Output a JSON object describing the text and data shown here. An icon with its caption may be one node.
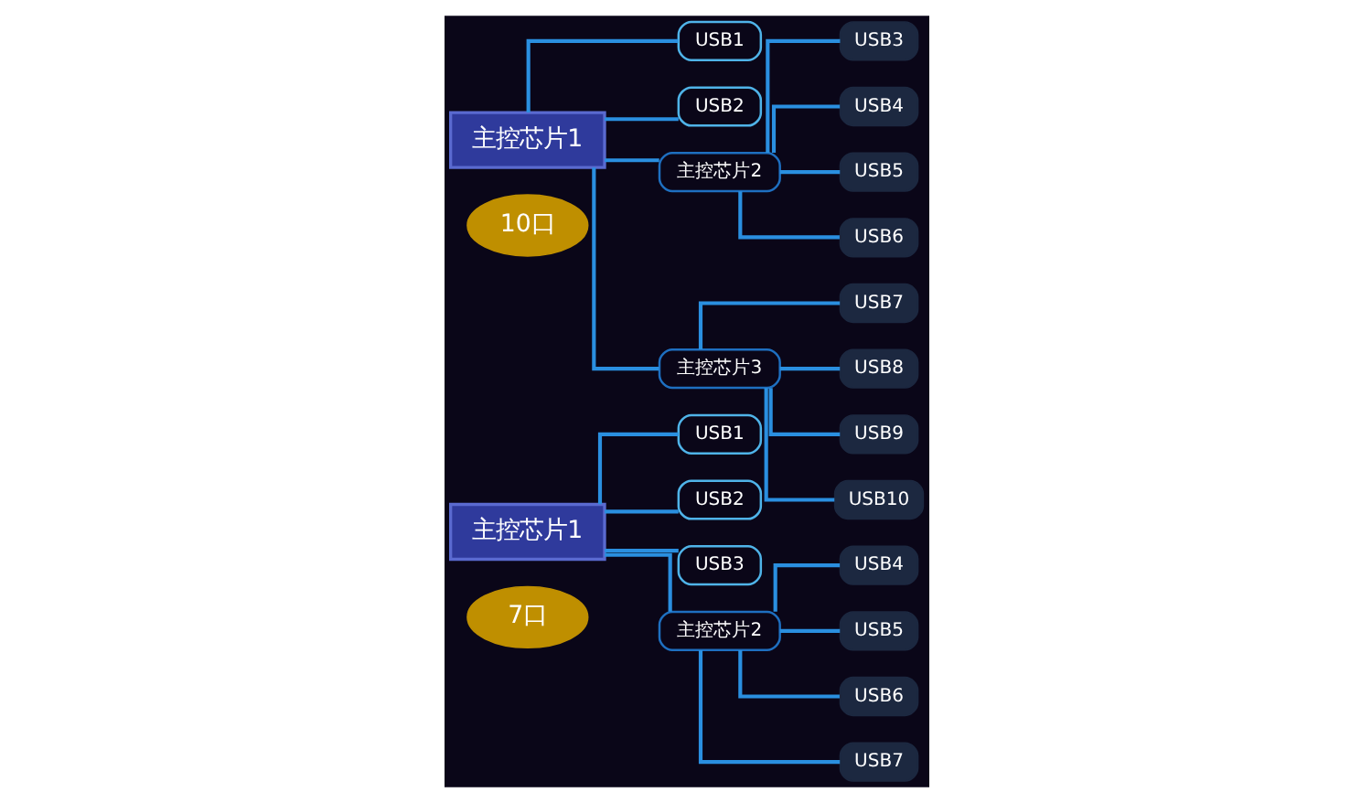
{
  "diagram": {
    "nodes": [
      {
        "text": [
          "主控芯片1"
        ]
      },
      {
        "text": [
          "7口"
        ]
      },
      {
        "text": [
          "USB1"
        ]
      },
      {
        "text": [
          "USB2"
        ]
      },
      {
        "text": [
          "USB3"
        ]
      },
      {
        "text": [
          "主控芯片2"
        ]
      },
      {
        "text": [
          "USB4"
        ]
      },
      {
        "text": [
          "USB5"
        ]
      },
      {
        "text": [
          "USB6"
        ]
      },
      {
        "text": [
          "USB7"
        ]
      },
      {
        "text": [
          "主控芯片1"
        ]
      },
      {
        "text": [
          "10口"
        ]
      },
      {
        "text": [
          "USB1"
        ]
      },
      {
        "text": [
          "USB2"
        ]
      },
      {
        "text": [
          "主控芯片2"
        ]
      },
      {
        "text": [
          "USB3"
        ]
      },
      {
        "text": [
          "USB4"
        ]
      },
      {
        "text": [
          "USB5"
        ]
      },
      {
        "text": [
          "USB6"
        ]
      },
      {
        "text": [
          "主控芯片3"
        ]
      },
      {
        "text": [
          "USB7"
        ]
      },
      {
        "text": [
          "USB8"
        ]
      },
      {
        "text": [
          "USB9"
        ]
      },
      {
        "text": [
          "USB10"
        ]
      }
    ],
    "edges": [
      {
        "from": 0,
        "to": 2,
        "arrow": "none"
      },
      {
        "from": 0,
        "to": 3,
        "arrow": "none"
      },
      {
        "from": 0,
        "to": 4,
        "arrow": "none"
      },
      {
        "from": 0,
        "to": 5,
        "arrow": "none"
      },
      {
        "from": 5,
        "to": 6,
        "arrow": "none"
      },
      {
        "from": 5,
        "to": 7,
        "arrow": "none"
      },
      {
        "from": 5,
        "to": 8,
        "arrow": "none"
      },
      {
        "from": 5,
        "to": 9,
        "arrow": "none"
      },
      {
        "from": 10,
        "to": 12,
        "arrow": "none"
      },
      {
        "from": 10,
        "to": 13,
        "arrow": "none"
      },
      {
        "from": 10,
        "to": 14,
        "arrow": "none"
      },
      {
        "from": 10,
        "to": 19,
        "arrow": "none"
      },
      {
        "from": 14,
        "to": 15,
        "arrow": "none"
      },
      {
        "from": 14,
        "to": 16,
        "arrow": "none"
      },
      {
        "from": 14,
        "to": 17,
        "arrow": "none"
      },
      {
        "from": 14,
        "to": 18,
        "arrow": "none"
      },
      {
        "from": 19,
        "to": 20,
        "arrow": "none"
      },
      {
        "from": 19,
        "to": 21,
        "arrow": "none"
      },
      {
        "from": 19,
        "to": 22,
        "arrow": "none"
      },
      {
        "from": 19,
        "to": 23,
        "arrow": "none"
      }
    ]
  }
}
